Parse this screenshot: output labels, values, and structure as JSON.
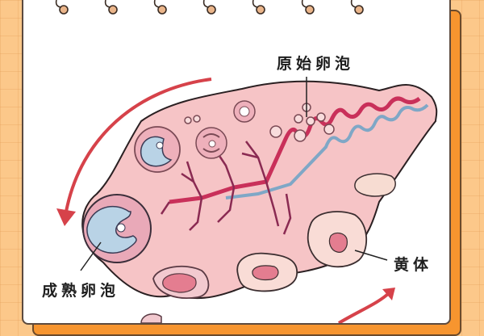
{
  "labels": {
    "primordial_follicle": "原始卵泡",
    "mature_follicle": "成熟卵泡",
    "corpus_luteum": "黄体"
  },
  "colors": {
    "background_orange": "#fcc88a",
    "notebook_back": "#f7952f",
    "ovary_fill": "#f6c4c6",
    "follicle_fluid": "#b9d3e6",
    "artery": "#c9305a",
    "vein": "#7fa7c6",
    "arrow_red": "#d6424a",
    "corpus_fill": "#f9dcd6",
    "corpus_core": "#e47d90"
  },
  "rings": {
    "count": 7
  }
}
